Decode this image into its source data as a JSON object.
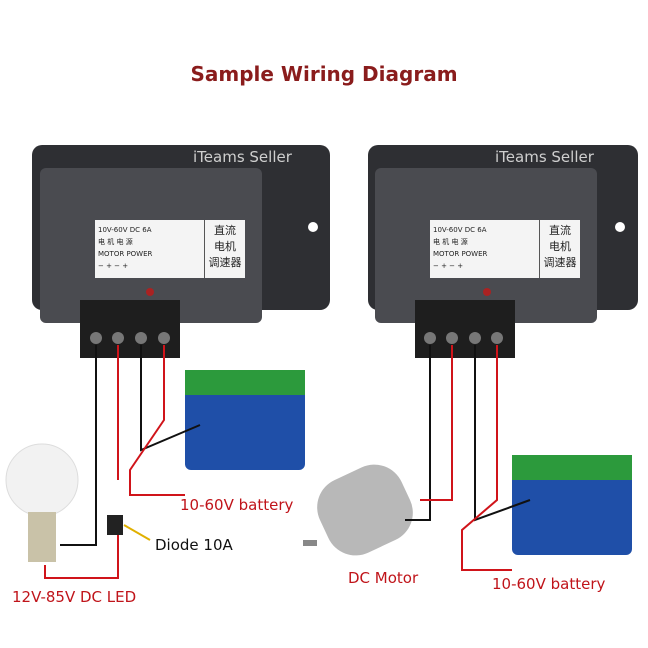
{
  "title": "Sample Wiring Diagram",
  "watermark": "iTeams Seller",
  "controller_label": {
    "spec": "10V-60V DC 6A",
    "motor_cn": "电 机",
    "motor": "MOTOR",
    "power_cn": "电 源",
    "power": "POWER",
    "polarity": "−  +  −  +",
    "cn_name": [
      "直流",
      "电机",
      "调速器"
    ]
  },
  "labels": {
    "battery_left": "10-60V battery",
    "diode": "Diode 10A",
    "led": "12V-85V DC LED",
    "motor": "DC Motor",
    "battery_right": "10-60V battery"
  },
  "colors": {
    "title": "#8a1c1c",
    "wire_red": "#d0141a",
    "wire_black": "#111111"
  }
}
